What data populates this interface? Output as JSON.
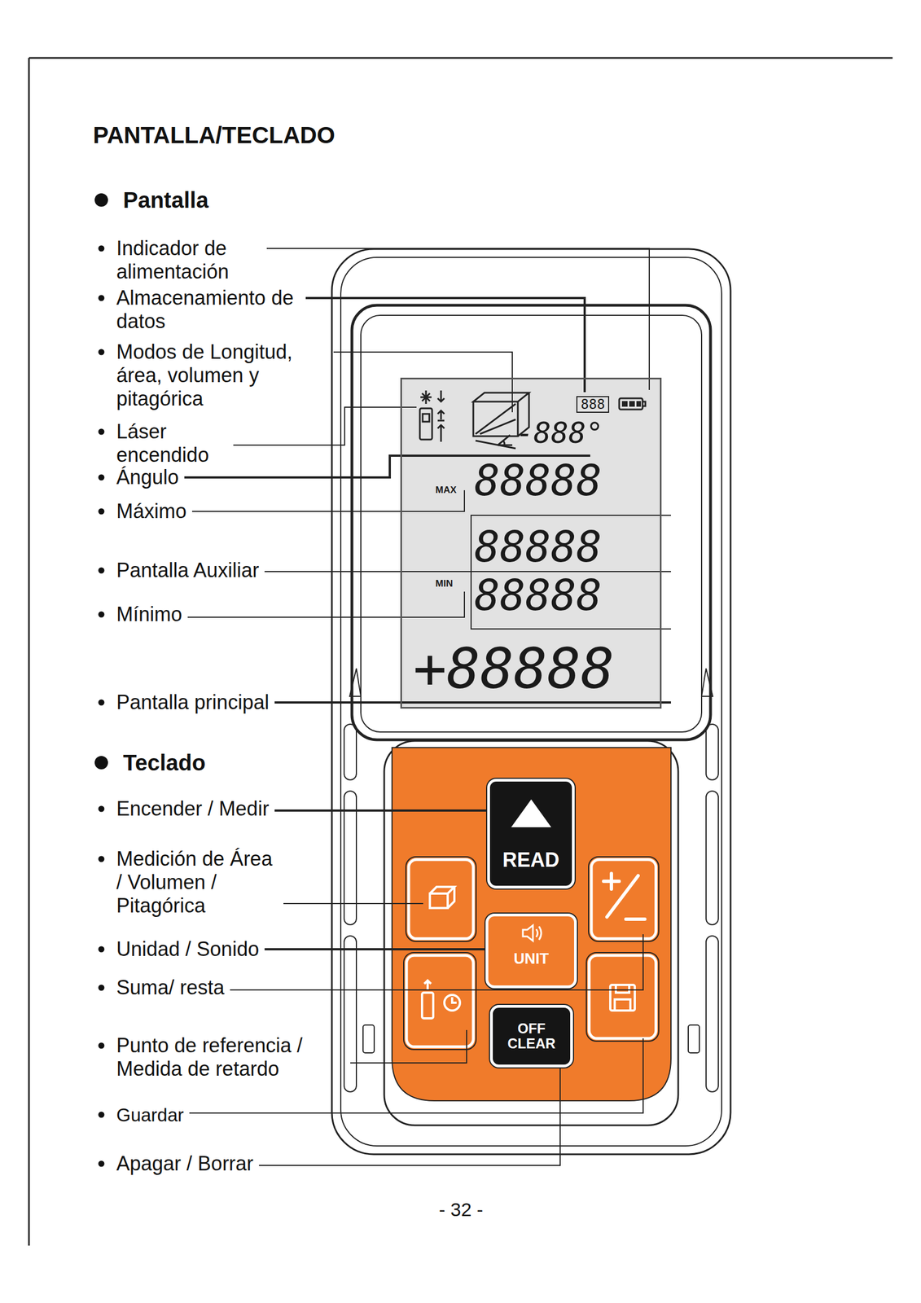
{
  "diagram": {
    "title": "PANTALLA/TECLADO",
    "nodes": [
      {
        "text": [
          "888",
          "-888°",
          "MAX",
          "88888",
          "88888",
          "MIN",
          "88888",
          "+88888"
        ]
      },
      {
        "text": [
          "READ"
        ]
      },
      {
        "text": [
          "UNIT"
        ]
      },
      {
        "text": [
          "OFF CLEAR"
        ]
      }
    ],
    "labels": [
      "Pantalla",
      "Indicador de alimentación",
      "Almacenamiento de datos",
      "Modos de Longitud, área, volumen y pitagórica",
      "Láser encendido",
      "Ángulo",
      "Máximo",
      "Pantalla Auxiliar",
      "Mínimo",
      "Pantalla principal",
      "Teclado",
      "Encender / Medir",
      "Medición de Área / Volumen / Pitagórica",
      "Unidad / Sonido",
      "Suma/ resta",
      "Punto de referencia / Medida de retardo",
      "Guardar",
      "Apagar / Borrar",
      "- 32 -"
    ]
  }
}
